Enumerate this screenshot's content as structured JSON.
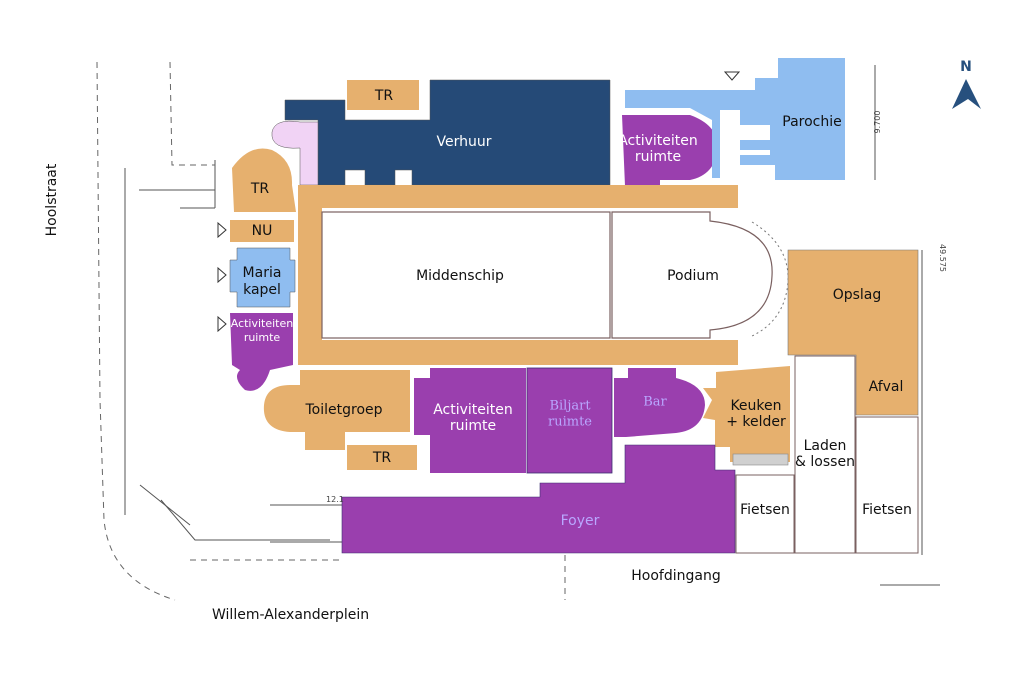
{
  "colors": {
    "orange": "#e6b06e",
    "navy": "#254a77",
    "purple": "#9a3fae",
    "light_blue": "#8fbdf0",
    "pink": "#f1d3f5",
    "gray": "#d0d0d0",
    "north": "#27507e"
  },
  "compass": {
    "label": "N",
    "icon": "north-arrow-icon"
  },
  "streets": {
    "hoolstraat": "Hoolstraat",
    "willem_alexanderplein": "Willem-Alexanderplein",
    "hoofdingang": "Hoofdingang"
  },
  "dimensions": {
    "right_top": "9.700",
    "right_mid": "49.575",
    "left_foyer": "12.1"
  },
  "rooms": {
    "tr_top": "TR",
    "verhuur": "Verhuur",
    "activiteiten_top": [
      "Activiteiten",
      "ruimte"
    ],
    "parochie": "Parochie",
    "tr_left": "TR",
    "nu": "NU",
    "maria_kapel": [
      "Maria",
      "kapel"
    ],
    "activiteiten_left": [
      "Activiteiten",
      "ruimte"
    ],
    "middenschip": "Middenschip",
    "podium": "Podium",
    "opslag": "Opslag",
    "afval": "Afval",
    "toiletgroep": "Toiletgroep",
    "activiteiten_bottom": [
      "Activiteiten",
      "ruimte"
    ],
    "biljart": [
      "Biljart",
      "ruimte"
    ],
    "bar": "Bar",
    "keuken": [
      "Keuken",
      "+ kelder"
    ],
    "laden": [
      "Laden",
      "& lossen"
    ],
    "tr_bottom": "TR",
    "foyer": "Foyer",
    "fietsen_left": "Fietsen",
    "fietsen_right": "Fietsen"
  }
}
